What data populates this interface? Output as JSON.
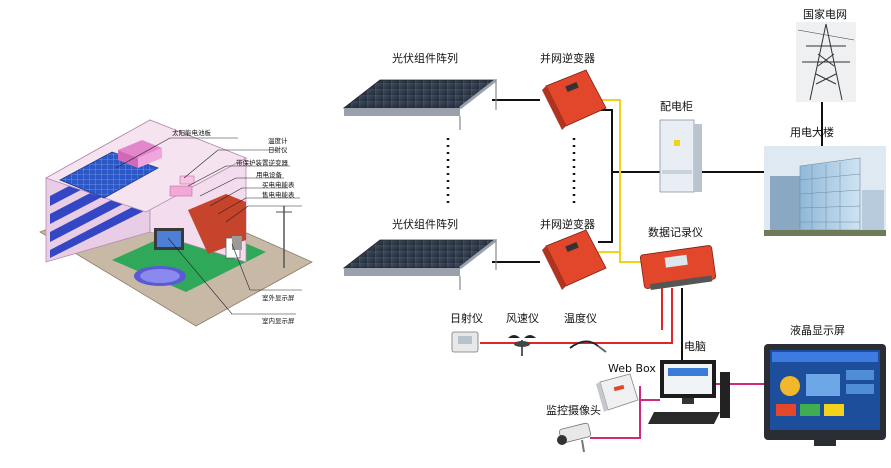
{
  "building_callouts": {
    "solar_panel": "太阳能电池板",
    "anemometer": "温度计",
    "irradiance_meter": "日射仪",
    "inverter_with_protection": "带保护装置逆变器",
    "load_equipment": "用电设备",
    "buy_meter": "买电电能表",
    "sell_meter": "售电电能表",
    "outdoor_display": "室外显示屏",
    "indoor_display": "室内显示屏"
  },
  "system": {
    "pv_array_top": "光伏组件阵列",
    "pv_array_bottom": "光伏组件阵列",
    "inverter_top": "并网逆变器",
    "inverter_bottom": "并网逆变器",
    "distribution_cabinet": "配电柜",
    "national_grid": "国家电网",
    "office_building": "用电大楼",
    "data_logger": "数据记录仪",
    "irradiance_meter": "日射仪",
    "wind_speed_meter": "风速仪",
    "temperature_meter": "温度仪",
    "computer": "电脑",
    "web_box": "Web Box",
    "camera": "监控摄像头",
    "lcd_display": "液晶显示屏"
  },
  "colors": {
    "ac_line": "#111111",
    "dc_line": "#f2d21a",
    "signal_line": "#e0262a",
    "video_line": "#d0287a",
    "inverter_red": "#e2472b"
  }
}
